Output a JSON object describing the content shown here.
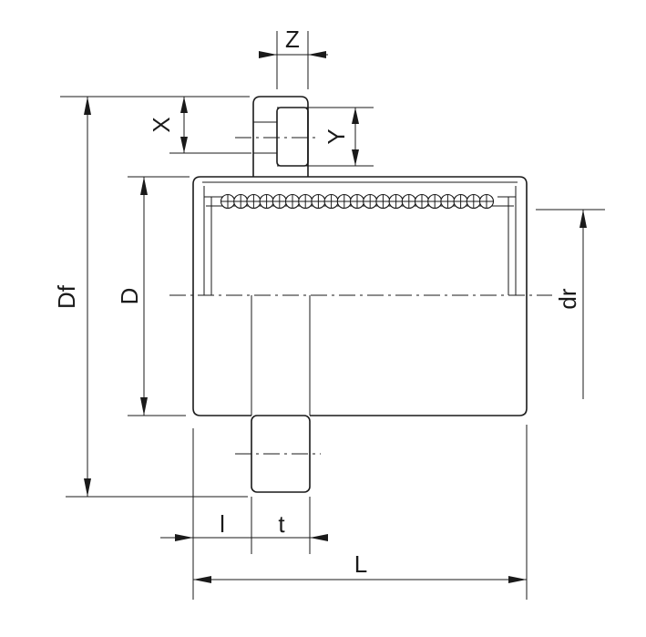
{
  "colors": {
    "line": "#1a1a1a",
    "background": "#ffffff"
  },
  "labels": {
    "Z": "Z",
    "X": "X",
    "Y": "Y",
    "Df": "Df",
    "D": "D",
    "dr": "dr",
    "l": "l",
    "t": "t",
    "L": "L"
  }
}
